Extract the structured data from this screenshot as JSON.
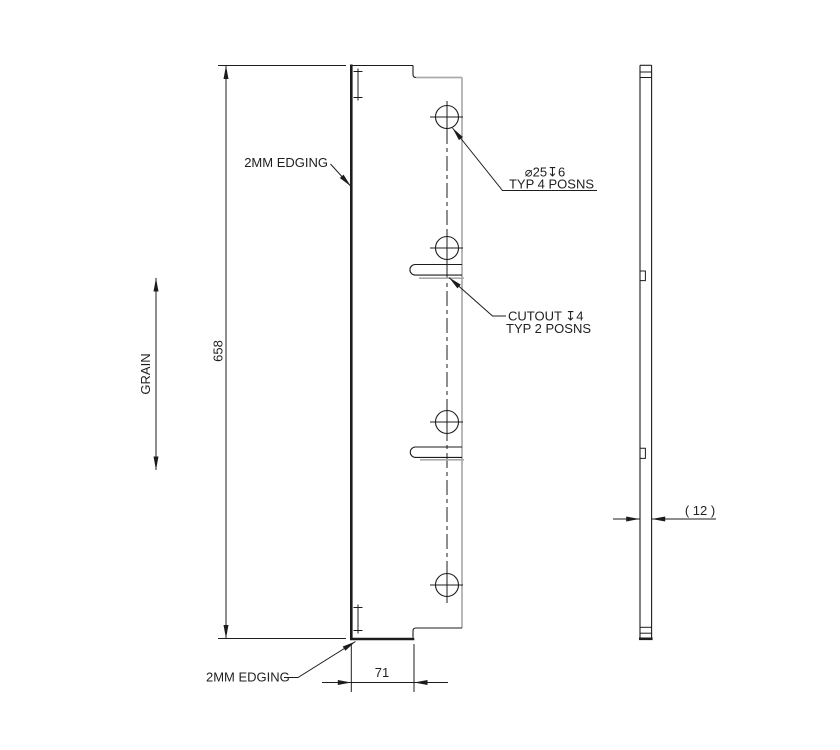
{
  "drawing": {
    "grain_label": "GRAIN",
    "height_dim": "658",
    "width_dim": "71",
    "thickness_dim": "( 12 )",
    "edging_label_top": "2MM EDGING",
    "edging_label_bottom": "2MM EDGING",
    "hole_callout": {
      "line1": "⌀25↧6",
      "line2": "TYP 4 POSNS"
    },
    "cutout_callout": {
      "line1": "CUTOUT ↧4",
      "line2": "TYP 2 POSNS"
    },
    "colors": {
      "line": "#1c1c1c",
      "edge_highlight": "#ababab",
      "text": "#1f1f1f",
      "background": "#ffffff"
    }
  }
}
